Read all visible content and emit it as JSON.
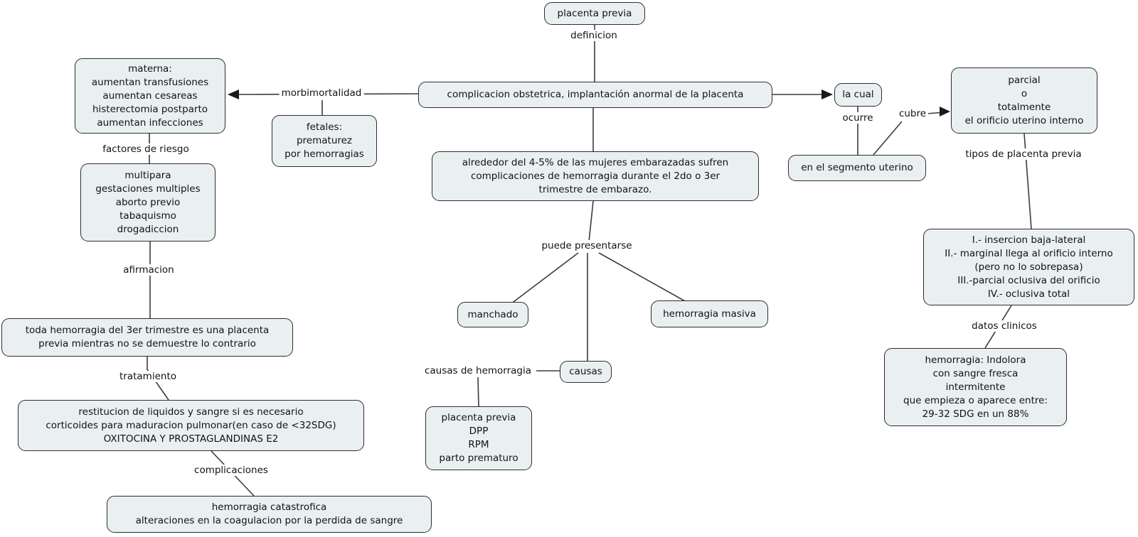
{
  "colors": {
    "background": "#ffffff",
    "node_fill": "#eaf0f1",
    "node_border": "#2d2d2d",
    "connector": "#3c3c3c",
    "text": "#121212"
  },
  "nodes": {
    "placenta_previa": {
      "lines": [
        "placenta previa"
      ]
    },
    "complicacion": {
      "lines": [
        "complicacion obstetrica, implantación anormal de la placenta"
      ]
    },
    "materna": {
      "lines": [
        "materna:",
        "aumentan transfusiones",
        "aumentan cesareas",
        "histerectomia postparto",
        "aumentan infecciones"
      ]
    },
    "fetales": {
      "lines": [
        "fetales:",
        "prematurez",
        "por hemorragias"
      ]
    },
    "riesgo": {
      "lines": [
        "multipara",
        "gestaciones multiples",
        "aborto previo",
        "tabaquismo",
        "drogadiccion"
      ]
    },
    "afirmacion": {
      "lines": [
        "toda hemorragia del 3er trimestre es una placenta",
        "previa mientras no se demuestre lo contrario"
      ]
    },
    "tratamiento": {
      "lines": [
        "restitucion de liquidos y sangre si es necesario",
        "corticoides para maduracion pulmonar(en caso de <32SDG)",
        "OXITOCINA Y PROSTAGLANDINAS E2"
      ]
    },
    "complicaciones": {
      "lines": [
        "hemorragia catastrofica",
        "alteraciones en la coagulacion por la perdida de sangre"
      ]
    },
    "estadistica": {
      "lines": [
        "alrededor del 4-5% de las mujeres embarazadas sufren",
        "complicaciones de hemorragia durante el 2do o 3er",
        "trimestre de embarazo."
      ]
    },
    "manchado": {
      "lines": [
        "manchado"
      ]
    },
    "hemorragia_masiva": {
      "lines": [
        "hemorragia masiva"
      ]
    },
    "causas": {
      "lines": [
        "causas"
      ]
    },
    "causas_lista": {
      "lines": [
        "placenta previa",
        "DPP",
        "RPM",
        "parto prematuro"
      ]
    },
    "la_cual": {
      "lines": [
        "la cual"
      ]
    },
    "segmento_uterino": {
      "lines": [
        "en el segmento uterino"
      ]
    },
    "orificio": {
      "lines": [
        "parcial",
        "o",
        "totalmente",
        "el orificio uterino interno"
      ]
    },
    "tipos_lista": {
      "lines": [
        "I.- insercion baja-lateral",
        "II.- marginal llega al orificio interno",
        "(pero no lo sobrepasa)",
        "III.-parcial oclusiva del orificio",
        "IV.- oclusiva total"
      ]
    },
    "datos_clinicos_box": {
      "lines": [
        "hemorragia: Indolora",
        "con sangre fresca",
        "intermitente",
        "que empieza o aparece entre:",
        "29-32 SDG en un 88%"
      ]
    }
  },
  "labels": {
    "definicion": "definicion",
    "morbimortalidad": "morbimortalidad",
    "factores_de_riesgo": "factores de riesgo",
    "afirmacion": "afirmacion",
    "tratamiento": "tratamiento",
    "complicaciones": "complicaciones",
    "puede_presentarse": "puede presentarse",
    "causas_de_hemorragia": "causas de hemorragia",
    "ocurre": "ocurre",
    "cubre": "cubre",
    "tipos_de_placenta_previa": "tipos de placenta previa",
    "datos_clinicos": "datos clinicos"
  }
}
